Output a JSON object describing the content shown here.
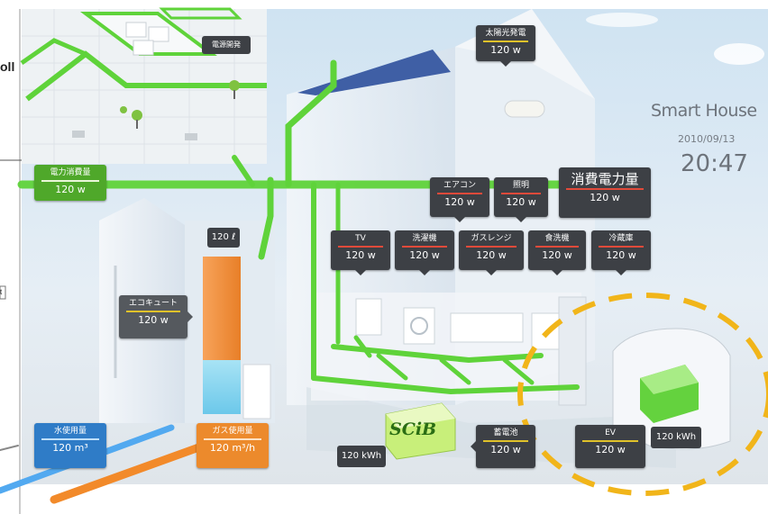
{
  "left_fragments": {
    "top": "oll",
    "mid": "t"
  },
  "header": {
    "app_title": "Smart House",
    "date": "2010/09/13",
    "time": "20:47"
  },
  "scib_logo": "SCiB",
  "labels": {
    "solar": {
      "name": "太陽光発電",
      "value": "120 w"
    },
    "inset_tag": {
      "name": "電源開発"
    },
    "grid": {
      "name": "電力消費量",
      "value": "120 w"
    },
    "aircon": {
      "name": "エアコン",
      "value": "120 w"
    },
    "lighting": {
      "name": "照明",
      "value": "120 w"
    },
    "total": {
      "name": "消費電力量",
      "value": "120 w"
    },
    "tv": {
      "name": "TV",
      "value": "120 w"
    },
    "washer": {
      "name": "洗濯機",
      "value": "120 w"
    },
    "gas_range": {
      "name": "ガスレンジ",
      "value": "120 w"
    },
    "dishwasher": {
      "name": "食洗機",
      "value": "120 w"
    },
    "fridge": {
      "name": "冷蔵庫",
      "value": "120 w"
    },
    "water_tank": {
      "value": "120 ℓ"
    },
    "ecocute": {
      "name": "エコキュート",
      "value": "120 w"
    },
    "water_use": {
      "name": "水使用量",
      "value": "120 m³"
    },
    "gas_use": {
      "name": "ガス使用量",
      "value": "120 m³/h"
    },
    "battery_kwh": {
      "value": "120 kWh"
    },
    "storage": {
      "name": "蓄電池",
      "value": "120 w"
    },
    "ev": {
      "name": "EV",
      "value": "120 w"
    },
    "ev_kwh": {
      "value": "120 kWh"
    }
  },
  "colors": {
    "power_line": "#5fd33a",
    "water_line": "#52a9f0",
    "gas_line": "#f28a2a",
    "highlight_ring": "#f1b51a",
    "label_bg": "#3d4045"
  }
}
